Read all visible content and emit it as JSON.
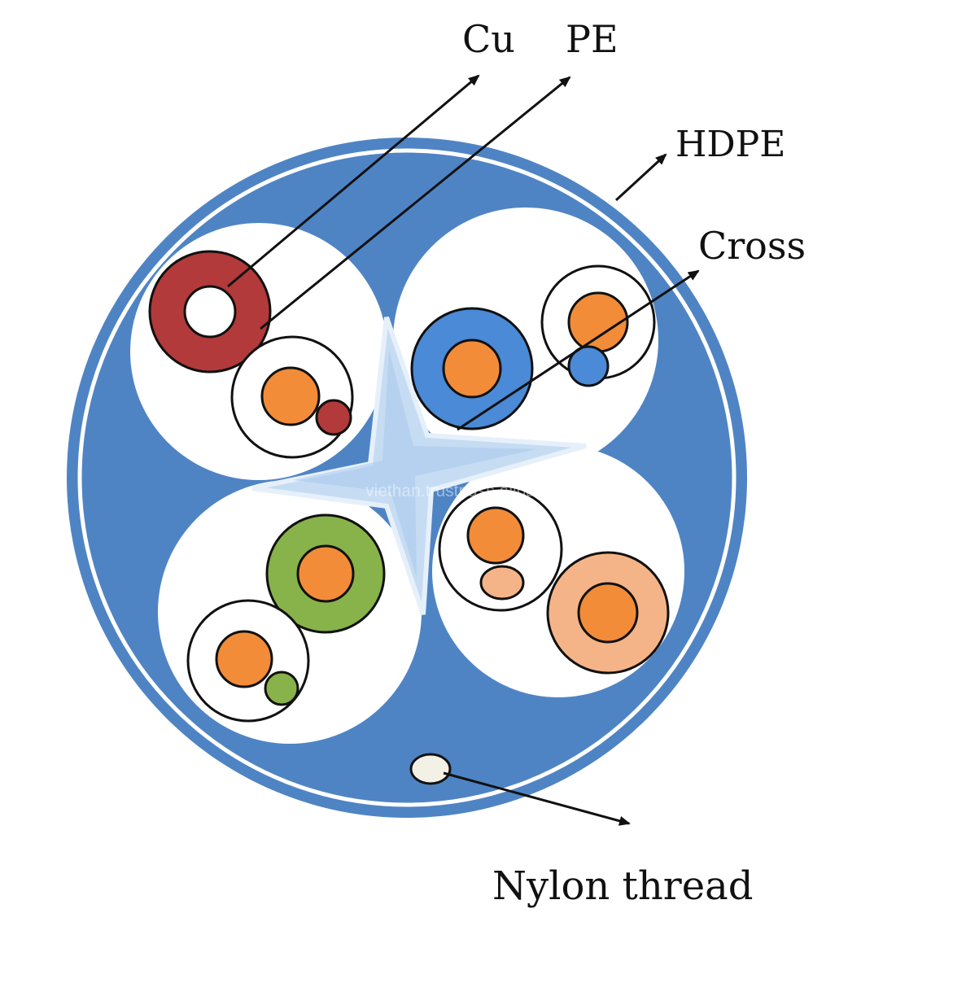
{
  "labels": {
    "cu": "Cu",
    "pe": "PE",
    "hdpe": "HDPE",
    "cross": "Cross",
    "nylon": "Nylon thread"
  },
  "watermark": "viethan.trustpass.alibaba.com",
  "colors": {
    "jacket": "#4f84c4",
    "jacket_ring": "#ffffff",
    "pair_space": "#ffffff",
    "cross_filler": "#c6dcf3",
    "copper": "#f28c38",
    "pair1_color": "#b23a3a",
    "pair2_color": "#4a8ad6",
    "pair3_color": "#88b24a",
    "pair4_color": "#f5b488",
    "nylon": "#f3f1e6",
    "outline": "#111111",
    "text": "#111111"
  },
  "icons": {
    "arrow_head": "filled-triangle-arrow"
  }
}
